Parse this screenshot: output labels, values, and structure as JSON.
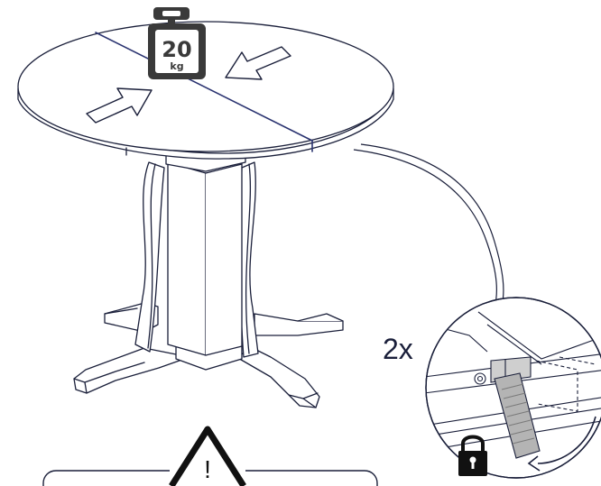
{
  "weight_badge": {
    "value": "20",
    "unit": "kg"
  },
  "detail_callout": {
    "count": "2x"
  },
  "warning": {
    "symbol": "!"
  },
  "colors": {
    "line": "#1a1f3a",
    "accent": "#2a3370",
    "icon_fill": "#3a3a3a",
    "latch_fill": "#b4b4b4",
    "lock_fill": "#111111"
  }
}
